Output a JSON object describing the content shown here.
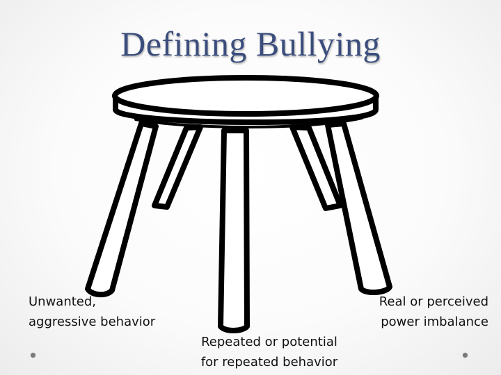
{
  "slide": {
    "title": "Defining Bullying",
    "title_color": "#3b4d7c"
  },
  "stool": {
    "icon": "three-legged-stool-icon",
    "legs": [
      {
        "position": "left",
        "label_lines": [
          "Unwanted,",
          "aggressive behavior"
        ]
      },
      {
        "position": "center",
        "label_lines": [
          "Repeated or potential",
          "for repeated behavior"
        ]
      },
      {
        "position": "right",
        "label_lines": [
          "Real or perceived",
          "power imbalance"
        ]
      }
    ]
  }
}
